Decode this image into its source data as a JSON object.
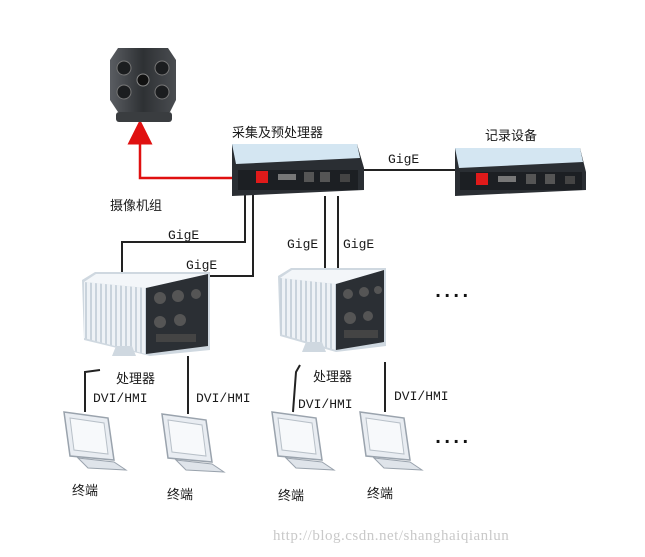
{
  "labels": {
    "camera": "摄像机组",
    "acq": "采集及预处理器",
    "recorder": "记录设备",
    "proc1": "处理器",
    "proc2": "处理器",
    "gige_top": "GigE",
    "gige_a": "GigE",
    "gige_b": "GigE",
    "gige_c": "GigE",
    "gige_d": "GigE",
    "dvi_1": "DVI/HMI",
    "dvi_2": "DVI/HMI",
    "dvi_3": "DVI/HMI",
    "dvi_4": "DVI/HMI",
    "term_1": "终端",
    "term_2": "终端",
    "term_3": "终端",
    "term_4": "终端",
    "dots_proc": "....",
    "dots_term": "....",
    "watermark": "http://blog.csdn.net/shanghaiqianlun"
  },
  "colors": {
    "line": "#222222",
    "arrow": "#e01010",
    "device_dark": "#1f2328",
    "device_face": "#d6e8f3",
    "proc_fin": "#e9eef3",
    "monitor": "#e6eaf0"
  },
  "icons": [
    "camera-icon",
    "acquisition-device-icon",
    "recorder-device-icon",
    "processor-icon",
    "monitor-icon"
  ]
}
